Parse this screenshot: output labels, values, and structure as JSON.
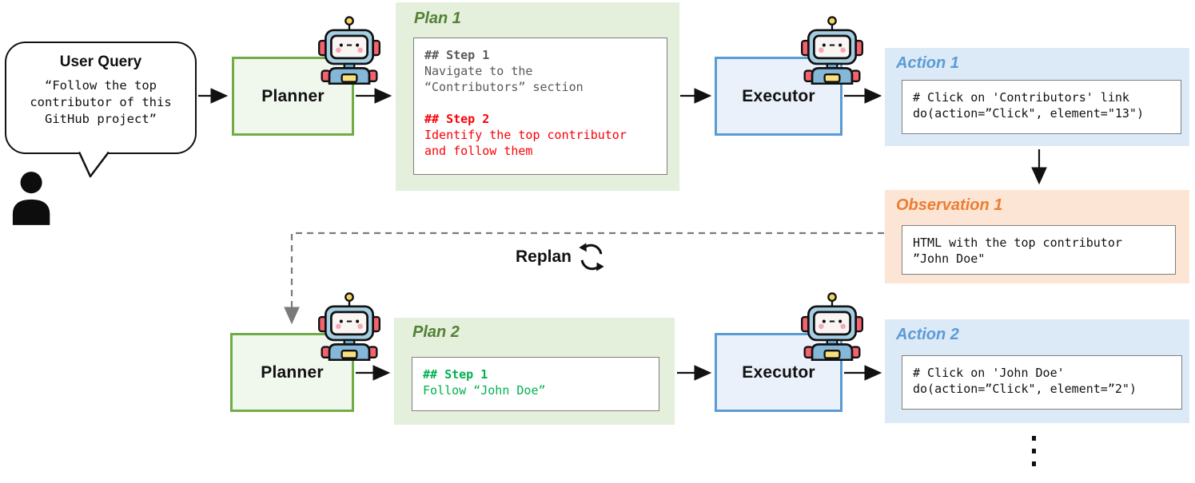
{
  "figure": {
    "type": "agent-workflow-diagram",
    "colors": {
      "planner_border": "#70ad47",
      "planner_fill": "#f0f7ec",
      "plan_panel": "#e4efdc",
      "plan_title": "#538135",
      "executor_border": "#5b9bd5",
      "executor_fill": "#eaf1fb",
      "action_panel": "#dce9f6",
      "action_title": "#5b9bd5",
      "observation_panel": "#fce5d5",
      "observation_title": "#ed7d31",
      "step_gray": "#595959",
      "step_red": "#fb0007",
      "step_green": "#00b050"
    }
  },
  "user": {
    "title": "User Query",
    "query": "“Follow the top\ncontributor of this\nGitHub project”"
  },
  "replan": {
    "label": "Replan"
  },
  "row1": {
    "planner_label": "Planner",
    "executor_label": "Executor",
    "plan": {
      "title": "Plan 1",
      "step1_heading": "## Step 1",
      "step1_text": "Navigate to the\n“Contributors” section",
      "step2_heading": "## Step 2",
      "step2_text": "Identify the top contributor\nand follow them"
    },
    "action": {
      "title": "Action 1",
      "code": "# Click on 'Contributors' link\ndo(action=”Click\", element=\"13\")"
    },
    "observation": {
      "title": "Observation 1",
      "text": "HTML with the top contributor\n”John Doe\""
    }
  },
  "row2": {
    "planner_label": "Planner",
    "executor_label": "Executor",
    "plan": {
      "title": "Plan 2",
      "step1_heading": "## Step 1",
      "step1_text": "Follow “John Doe”"
    },
    "action": {
      "title": "Action 2",
      "code": "# Click on 'John Doe'\ndo(action=”Click\", element=”2\")"
    }
  }
}
